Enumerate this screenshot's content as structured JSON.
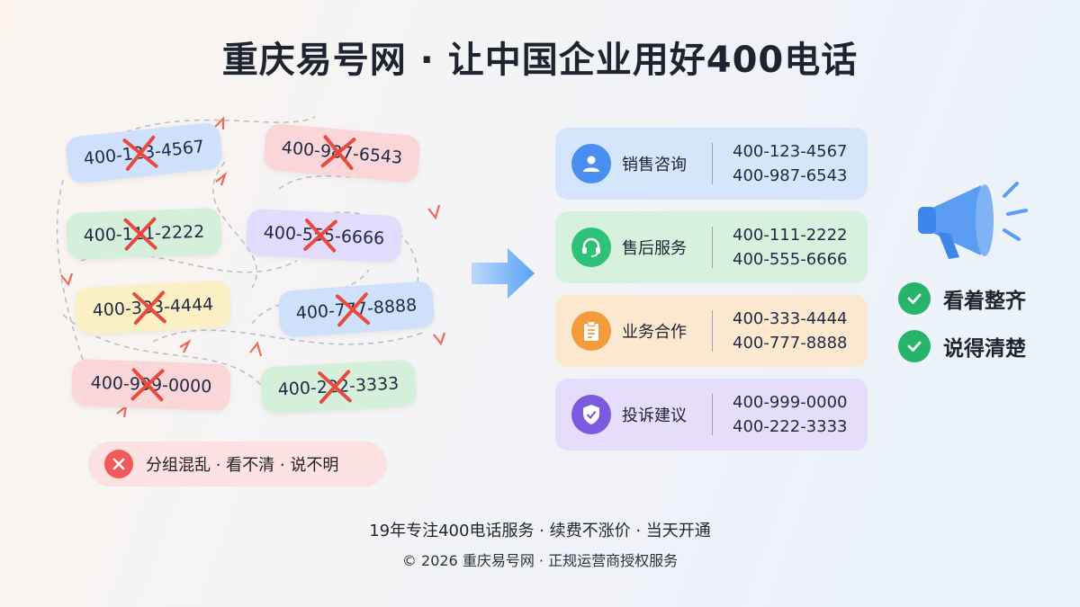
{
  "title": "重庆易号网 · 让中国企业用好400电话",
  "chaos": {
    "numbers": [
      {
        "text": "400-123-4567",
        "color": "blue"
      },
      {
        "text": "400-987-6543",
        "color": "pink"
      },
      {
        "text": "400-111-2222",
        "color": "green"
      },
      {
        "text": "400-555-6666",
        "color": "purple"
      },
      {
        "text": "400-333-4444",
        "color": "yellow"
      },
      {
        "text": "400-777-8888",
        "color": "blue"
      },
      {
        "text": "400-999-0000",
        "color": "pink"
      },
      {
        "text": "400-222-3333",
        "color": "green"
      }
    ],
    "problem_label": "分组混乱 · 看不清 · 说不明"
  },
  "cards": [
    {
      "label": "销售咨询",
      "icon": "user-icon",
      "numbers": [
        "400-123-4567",
        "400-987-6543"
      ],
      "color": "#4a8ef0"
    },
    {
      "label": "售后服务",
      "icon": "headset-icon",
      "numbers": [
        "400-111-2222",
        "400-555-6666"
      ],
      "color": "#2ec276"
    },
    {
      "label": "业务合作",
      "icon": "clipboard-icon",
      "numbers": [
        "400-333-4444",
        "400-777-8888"
      ],
      "color": "#f39a3a"
    },
    {
      "label": "投诉建议",
      "icon": "shield-check-icon",
      "numbers": [
        "400-999-0000",
        "400-222-3333"
      ],
      "color": "#7b5ae0"
    }
  ],
  "benefits": [
    "看着整齐",
    "说得清楚"
  ],
  "footer": {
    "line1": "19年专注400电话服务 · 续费不涨价 · 当天开通",
    "line2": "© 2026 重庆易号网 · 正规运营商授权服务"
  }
}
